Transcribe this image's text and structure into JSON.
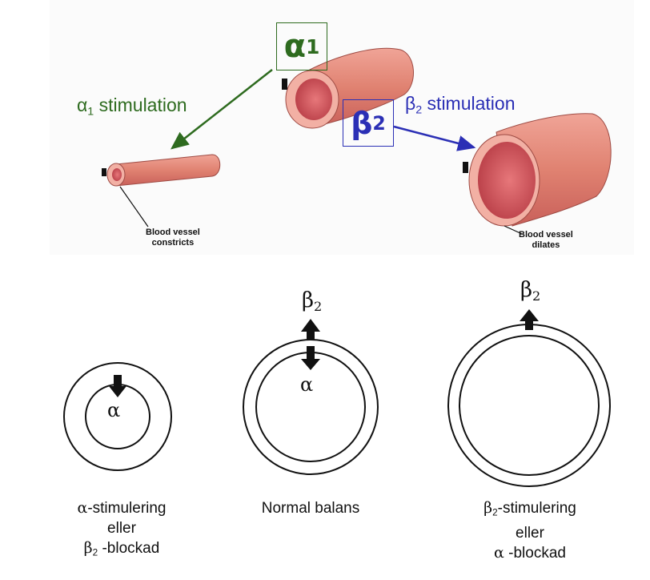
{
  "top": {
    "alpha1_box": {
      "sym": "α",
      "sub": "1"
    },
    "beta2_box": {
      "sym": "β",
      "sub": "2"
    },
    "alpha1_stim": {
      "sym": "α",
      "sub": "1",
      "text": " stimulation"
    },
    "beta2_stim": {
      "sym": "β",
      "sub": "2",
      "text": " stimulation"
    },
    "constricts_caption": [
      "Blood vessel",
      "constricts"
    ],
    "dilates_caption": [
      "Blood vessel",
      "dilates"
    ]
  },
  "bottom": {
    "middle_top": {
      "sym": "β",
      "sub": "2"
    },
    "middle_bottom": "α",
    "left_inner": "α",
    "right_top": {
      "sym": "β",
      "sub": "2"
    },
    "left_caption": {
      "line1_sym": "α",
      "line1": "-stimulering",
      "line2": "eller",
      "line3_sym": "β",
      "line3_sub": "2",
      "line3": " -blockad"
    },
    "middle_caption": "Normal balans",
    "right_caption": {
      "line1_sym": "β",
      "line1_sub": "2",
      "line1": "-stimulering",
      "line2": "eller",
      "line3_sym": "α",
      "line3": " -blockad"
    }
  },
  "colors": {
    "alpha_green": "#2e6b1f",
    "beta_blue": "#2b2fb5",
    "vessel_outer": "#e28577",
    "vessel_inner": "#c9474a"
  }
}
